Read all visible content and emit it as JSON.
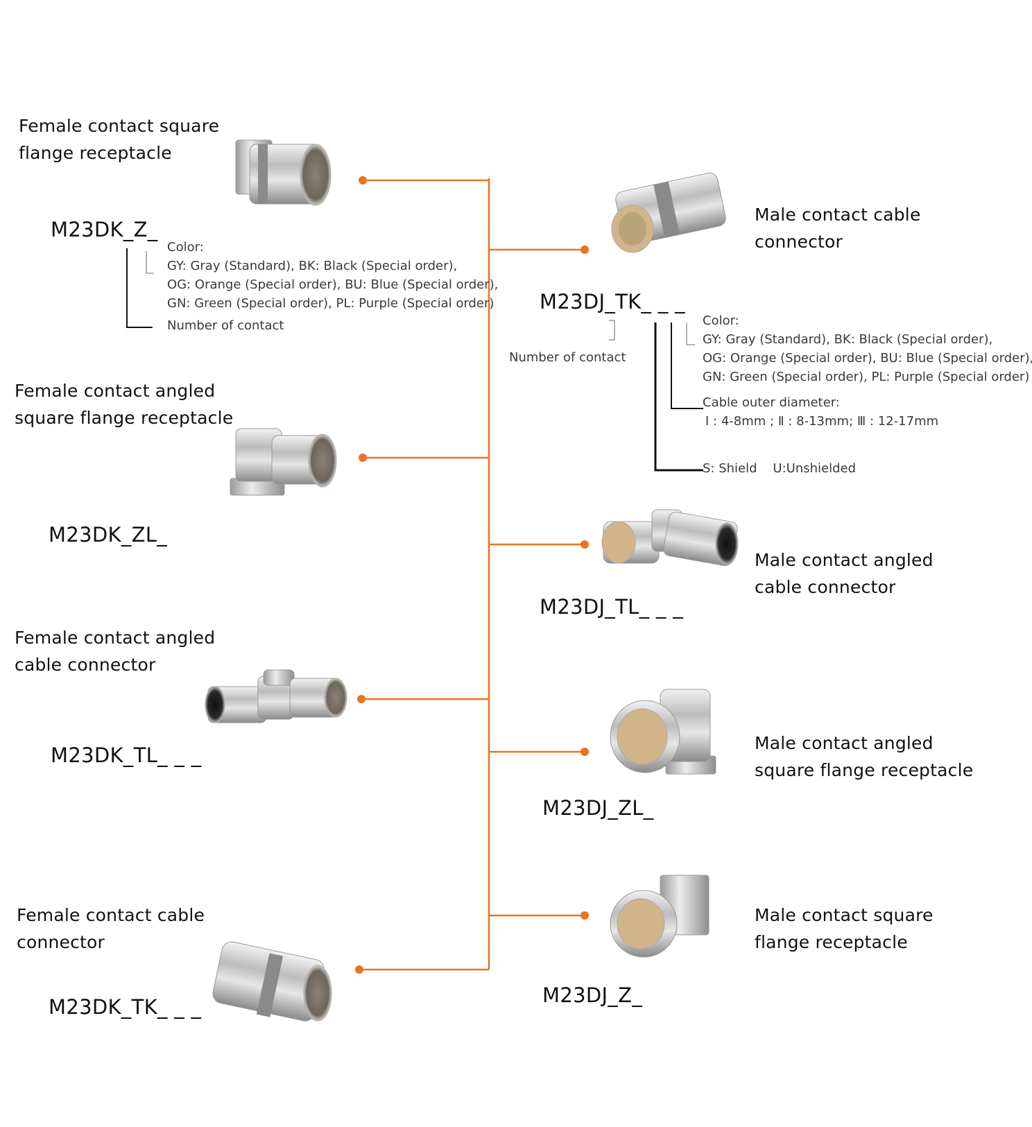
{
  "colors": {
    "accent": "#e8741f",
    "bracket": "#111111",
    "bracket_light": "#9a9a9a"
  },
  "female": [
    {
      "title_lines": [
        "Female contact square",
        "flange receptacle"
      ],
      "code": "M23DK_Z_",
      "icon": "female-square-flange-receptacle-icon"
    },
    {
      "title_lines": [
        "Female contact angled",
        "square flange receptacle"
      ],
      "code": "M23DK_ZL_",
      "icon": "female-angled-square-flange-receptacle-icon"
    },
    {
      "title_lines": [
        "Female contact angled",
        "cable connector"
      ],
      "code": "M23DK_TL_ _ _",
      "icon": "female-angled-cable-connector-icon"
    },
    {
      "title_lines": [
        "Female contact cable",
        "connector"
      ],
      "code": "M23DK_TK_ _ _",
      "icon": "female-cable-connector-icon"
    }
  ],
  "male": [
    {
      "title_lines": [
        "Male contact cable",
        "connector"
      ],
      "code": "M23DJ_TK_ _ _",
      "icon": "male-cable-connector-icon"
    },
    {
      "title_lines": [
        "Male contact angled",
        "cable connector"
      ],
      "code": "M23DJ_TL_ _ _",
      "icon": "male-angled-cable-connector-icon"
    },
    {
      "title_lines": [
        "Male contact angled",
        "square flange receptacle"
      ],
      "code": "M23DJ_ZL_",
      "icon": "male-angled-square-flange-receptacle-icon"
    },
    {
      "title_lines": [
        "Male contact square",
        "flange receptacle"
      ],
      "code": "M23DJ_Z_",
      "icon": "male-square-flange-receptacle-icon"
    }
  ],
  "legend_female": {
    "color_label": "Color:",
    "color_lines": [
      "GY: Gray (Standard), BK: Black (Special order),",
      "OG: Orange (Special order), BU: Blue (Special order),",
      "GN: Green (Special order), PL: Purple (Special order)"
    ],
    "contacts": "Number of contact"
  },
  "legend_male": {
    "contacts": "Number of contact",
    "color_label": "Color:",
    "color_lines": [
      "GY: Gray (Standard), BK: Black (Special order),",
      "OG: Orange (Special order), BU: Blue (Special order),",
      "GN: Green (Special order), PL: Purple (Special order)"
    ],
    "cable_label": "Cable outer diameter:",
    "cable_values": "Ⅰ : 4-8mm ; Ⅱ : 8-13mm; Ⅲ : 12-17mm",
    "shield": "S: Shield    U:Unshielded"
  }
}
